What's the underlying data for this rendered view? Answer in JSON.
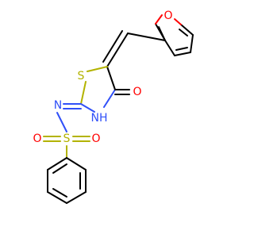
{
  "molecule": {
    "atoms": {
      "furan_o": "O",
      "thiazole_s": "S",
      "carbonyl_o": "O",
      "nh": "NH",
      "imine_n": "N",
      "sulfonyl_s": "S",
      "sulfonyl_o1": "O",
      "sulfonyl_o2": "O"
    }
  },
  "colors": {
    "carbon": "#000000",
    "oxygen": "#ff0000",
    "sulfur": "#b3b300",
    "nitrogen": "#3050f8"
  }
}
